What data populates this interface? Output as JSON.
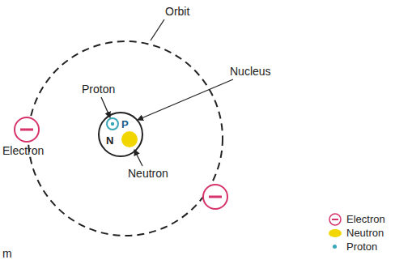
{
  "diagram": {
    "nodes": [
      {
        "text": [
          "P",
          "N"
        ]
      }
    ],
    "labels": [
      "Orbit",
      "Proton",
      "Nucleus",
      "Electron",
      "Neutron",
      "m"
    ],
    "legend": [
      {
        "text": "Electron"
      },
      {
        "text": "Neutron",
        "color": "#f2d600"
      },
      {
        "text": "Proton",
        "color": "#3aa6b9"
      }
    ]
  }
}
